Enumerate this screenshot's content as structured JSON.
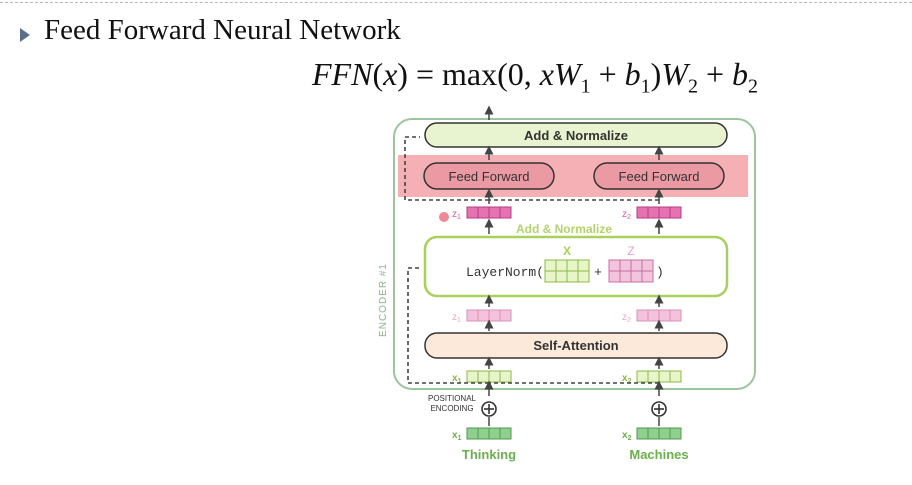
{
  "slide": {
    "heading": "Feed Forward Neural Network",
    "formula_text": "FFN(x) = max(0, xW1 + b1)W2 + b2"
  },
  "diagram": {
    "encoder_label": "ENCODER #1",
    "add_normalize_top": "Add & Normalize",
    "feed_forward_left": "Feed Forward",
    "feed_forward_right": "Feed Forward",
    "z1_label": "z",
    "z1_sub": "1",
    "z2_label": "z",
    "z2_sub": "2",
    "add_normalize_mid": "Add & Normalize",
    "x_header": "X",
    "z_header": "Z",
    "layernorm_text": "LayerNorm(",
    "plus": "+",
    "close_paren": ")",
    "self_attention": "Self-Attention",
    "x1_label": "x",
    "x1_sub": "1",
    "x2_label": "x",
    "x2_sub": "2",
    "positional_line1": "POSITIONAL",
    "positional_line2": "ENCODING",
    "word1": "Thinking",
    "word2": "Machines"
  },
  "colors": {
    "highlight": "#f4a7ad",
    "green_outline": "#9ccc4a",
    "pink_cell": "#e7a3c8",
    "green_cell": "#cfe7a1",
    "dark_green_text": "#6ab04c"
  }
}
